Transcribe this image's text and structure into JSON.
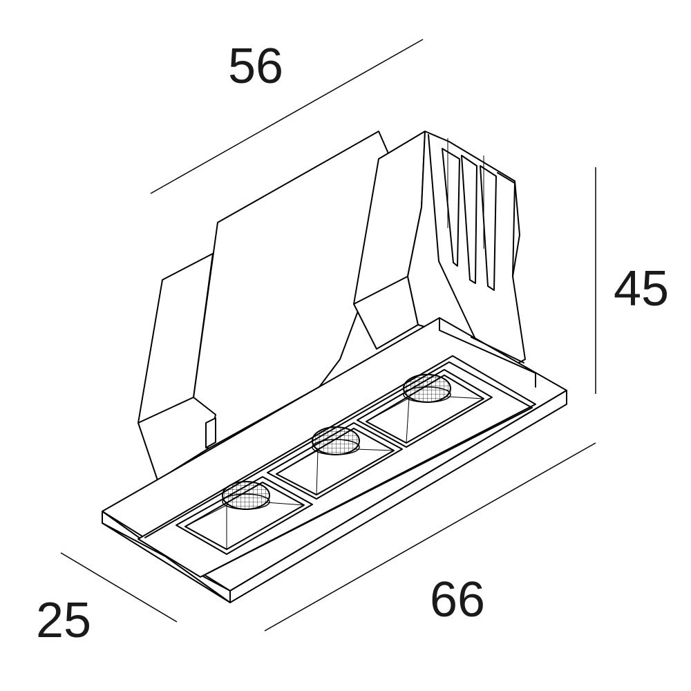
{
  "dimensions": {
    "top": "56",
    "right": "45",
    "bottom": "66",
    "left": "25"
  },
  "lens_count": 3
}
